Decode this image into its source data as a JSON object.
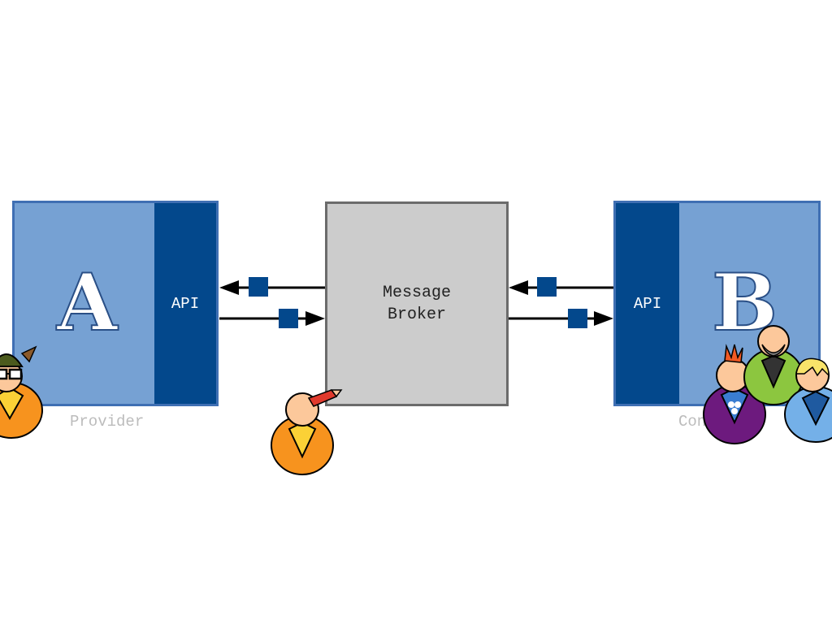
{
  "colors": {
    "service_fill": "#76a1d3",
    "service_border": "#3f6fb3",
    "api_fill": "#03488c",
    "broker_fill": "#cccccc",
    "broker_border": "#6b6b6b",
    "message_fill": "#03488c",
    "arrow": "#000000",
    "role_label": "#bcbcbc"
  },
  "provider": {
    "letter": "A",
    "api_label": "API",
    "role_label": "Provider"
  },
  "broker": {
    "label": "Message\nBroker"
  },
  "consumer": {
    "letter": "B",
    "api_label": "API",
    "role_label": "Consumer"
  },
  "people": [
    {
      "icon": "person-hat-glasses-icon",
      "body": "orange"
    },
    {
      "icon": "person-pencil-icon",
      "body": "orange"
    },
    {
      "icon": "person-mohawk-icon",
      "body": "purple"
    },
    {
      "icon": "person-bearded-icon",
      "body": "green"
    },
    {
      "icon": "person-blond-icon",
      "body": "light-blue"
    }
  ]
}
